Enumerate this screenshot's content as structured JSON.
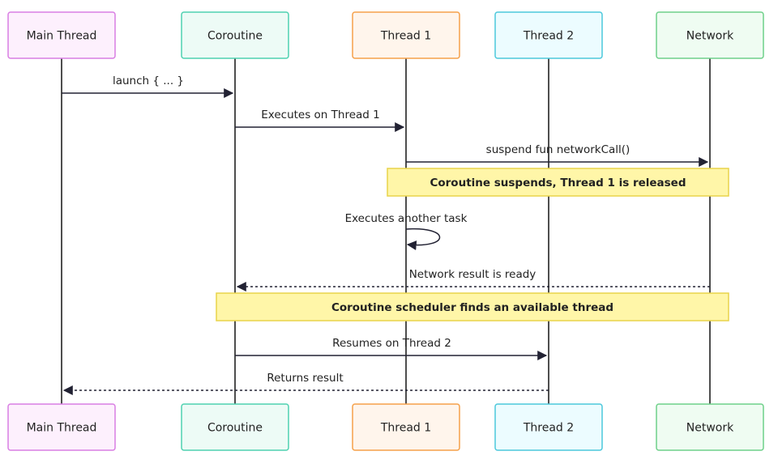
{
  "participants": [
    {
      "id": "main",
      "label": "Main Thread",
      "fill": "#fdf0fd",
      "stroke": "#d97ee3"
    },
    {
      "id": "coroutine",
      "label": "Coroutine",
      "fill": "#edfbf6",
      "stroke": "#4fd1b0"
    },
    {
      "id": "thread1",
      "label": "Thread 1",
      "fill": "#fff5ec",
      "stroke": "#f5a04a"
    },
    {
      "id": "thread2",
      "label": "Thread 2",
      "fill": "#ecfcff",
      "stroke": "#4cc8dc"
    },
    {
      "id": "network",
      "label": "Network",
      "fill": "#effcf2",
      "stroke": "#6fd08a"
    }
  ],
  "messages": [
    {
      "from": "main",
      "to": "coroutine",
      "label": "launch { ... }",
      "style": "solid"
    },
    {
      "from": "coroutine",
      "to": "thread1",
      "label": "Executes on Thread 1",
      "style": "solid"
    },
    {
      "from": "thread1",
      "to": "network",
      "label": "suspend fun networkCall()",
      "style": "solid"
    },
    {
      "from": "thread1",
      "to": "thread1",
      "label": "Executes another task",
      "style": "solid"
    },
    {
      "from": "network",
      "to": "coroutine",
      "label": "Network result is ready",
      "style": "dashed"
    },
    {
      "from": "coroutine",
      "to": "thread2",
      "label": "Resumes on Thread 2",
      "style": "solid"
    },
    {
      "from": "thread2",
      "to": "main",
      "label": "Returns result",
      "style": "dashed"
    }
  ],
  "notes": [
    {
      "text": "Coroutine suspends, Thread 1 is released",
      "over": [
        "thread1",
        "network"
      ]
    },
    {
      "text": "Coroutine scheduler finds an available thread",
      "over": [
        "coroutine",
        "network"
      ]
    }
  ],
  "colors": {
    "note_fill": "#fff6a8",
    "note_stroke": "#e8d44a",
    "line": "#222233"
  }
}
